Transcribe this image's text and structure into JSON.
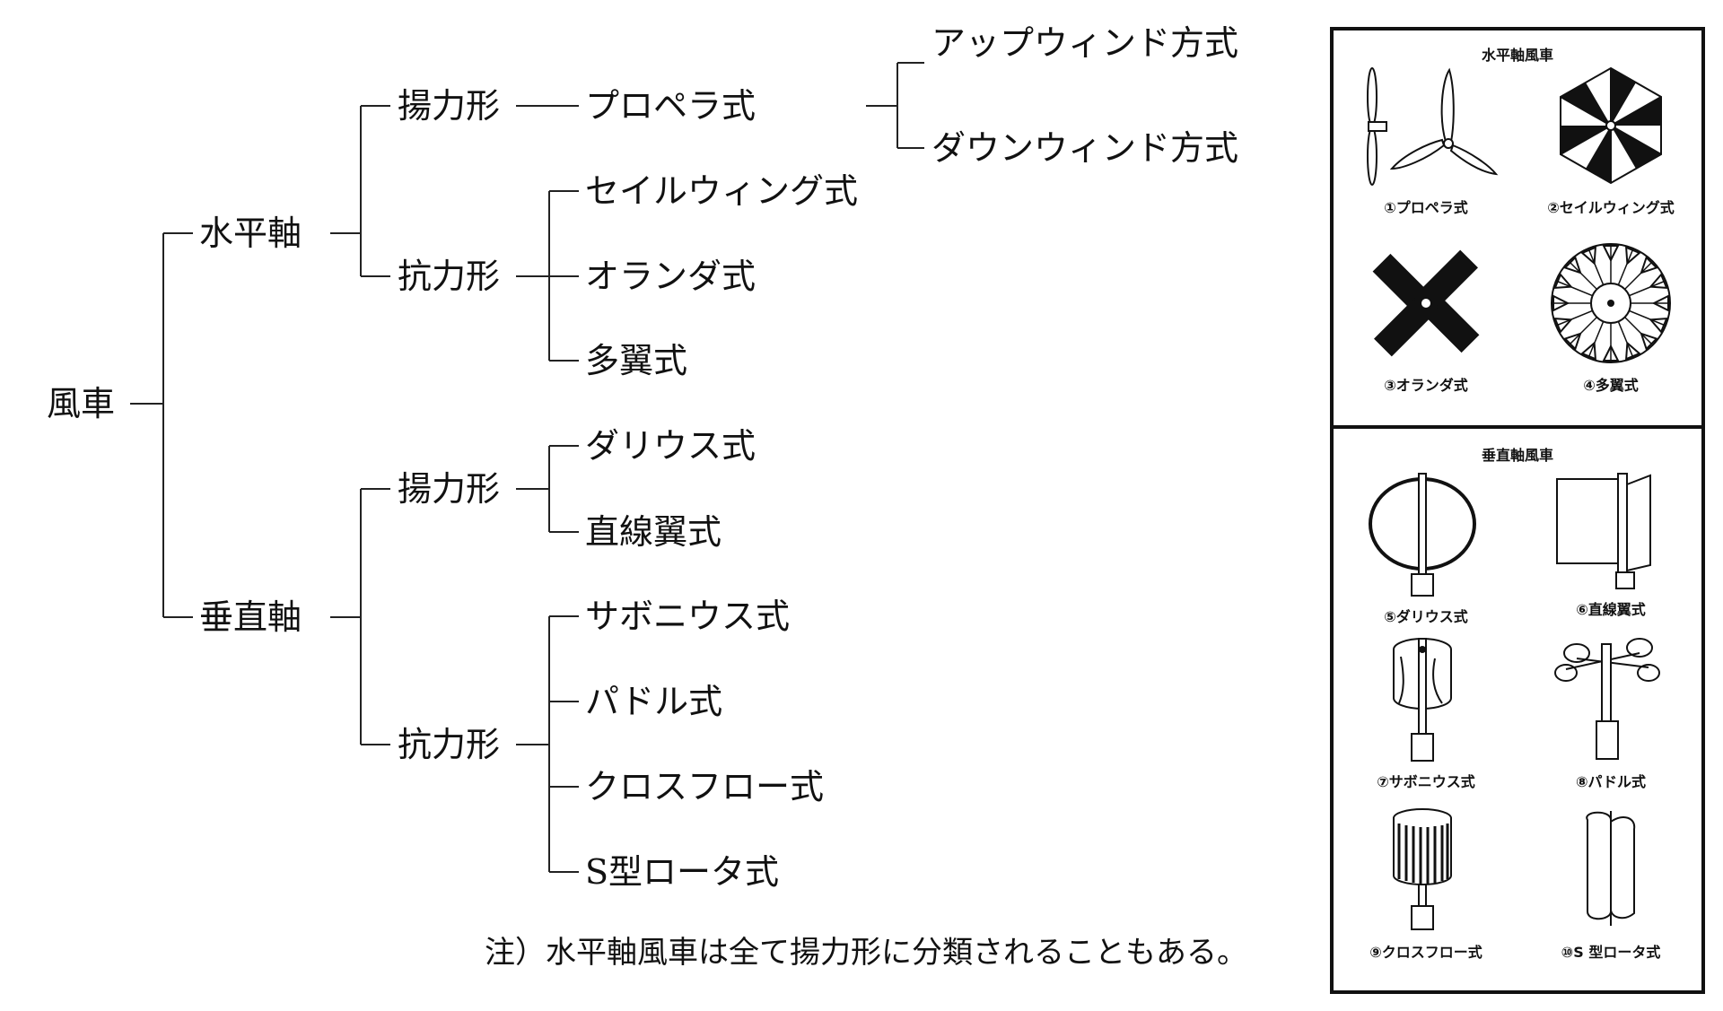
{
  "tree": {
    "root": "風車",
    "horizontal": "水平軸",
    "vertical": "垂直軸",
    "h_lift": "揚力形",
    "h_drag": "抗力形",
    "v_lift": "揚力形",
    "v_drag": "抗力形",
    "propeller": "プロペラ式",
    "upwind": "アップウィンド方式",
    "downwind": "ダウンウィンド方式",
    "sailwing": "セイルウィング式",
    "dutch": "オランダ式",
    "multiblade": "多翼式",
    "darrieus": "ダリウス式",
    "straight": "直線翼式",
    "savonius": "サボニウス式",
    "paddle": "パドル式",
    "crossflow": "クロスフロー式",
    "srotor": "S型ロータ式"
  },
  "note": "注）水平軸風車は全て揚力形に分類されることもある。",
  "panel": {
    "horizontal_title": "水平軸風車",
    "vertical_title": "垂直軸風車",
    "captions": {
      "c1": "①プロペラ式",
      "c2": "②セイルウィング式",
      "c3": "③オランダ式",
      "c4": "④多翼式",
      "c5": "⑤ダリウス式",
      "c6": "⑥直線翼式",
      "c7": "⑦サボニウス式",
      "c8": "⑧パドル式",
      "c9": "⑨クロスフロー式",
      "c10": "⑩S 型ロータ式"
    }
  }
}
